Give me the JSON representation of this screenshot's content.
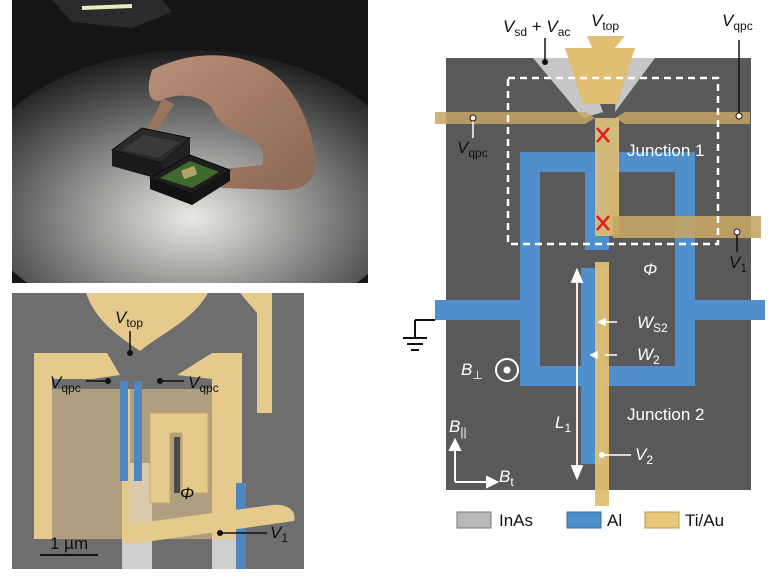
{
  "photo": {
    "description_icons": [
      "hand-icon",
      "sample-holder-icon",
      "chip-icon"
    ]
  },
  "sem": {
    "labels": {
      "v_top": "V",
      "v_top_sub": "top",
      "v_qpc_left": "V",
      "v_qpc_left_sub": "qpc",
      "v_qpc_right": "V",
      "v_qpc_right_sub": "qpc",
      "phi": "Φ",
      "v1": "V",
      "v1_sub": "1",
      "scale": "1 µm"
    }
  },
  "schematic": {
    "labels": {
      "vsd": "V",
      "vsd_sub": "sd",
      "plus": " + ",
      "vac": "V",
      "vac_sub": "ac",
      "vtop": "V",
      "vtop_sub": "top",
      "vqpc_top": "V",
      "vqpc_top_sub": "qpc",
      "vqpc_left": "V",
      "vqpc_left_sub": "qpc",
      "junction1": "Junction 1",
      "phi": "Φ",
      "v1": "V",
      "v1_sub": "1",
      "ws2": "W",
      "ws2_sub": "S2",
      "w2": "W",
      "w2_sub": "2",
      "bperp": "B",
      "bperp_sub": "⊥",
      "l1": "L",
      "l1_sub": "1",
      "junction2": "Junction 2",
      "v2": "V",
      "v2_sub": "2",
      "bpar": "B",
      "bpar_sub": "||",
      "bt": "B",
      "bt_sub": "t"
    },
    "legend": [
      {
        "label": "InAs",
        "color": "#b9b9b9"
      },
      {
        "label": "Al",
        "color": "#4f8fcc"
      },
      {
        "label": "Ti/Au",
        "color": "#e8c77a"
      }
    ],
    "colors": {
      "substrate": "#595959",
      "inas": "#c6c6c6",
      "al": "#4f8fcc",
      "au": "#e0bf72",
      "junction_x": "#e02020"
    }
  }
}
